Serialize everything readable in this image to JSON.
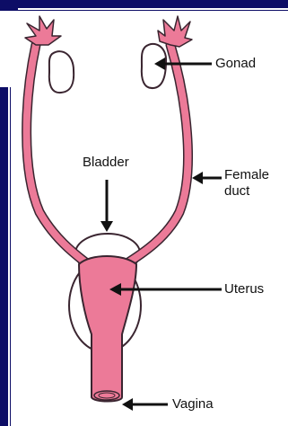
{
  "labels": {
    "gonad": "Gonad",
    "bladder": "Bladder",
    "female_duct": "Female duct",
    "uterus": "Uterus",
    "vagina": "Vagina"
  },
  "colors": {
    "frame": "#0d0d66",
    "organ_fill": "#ec7a98",
    "organ_outline": "#3a2530",
    "text": "#111111"
  }
}
